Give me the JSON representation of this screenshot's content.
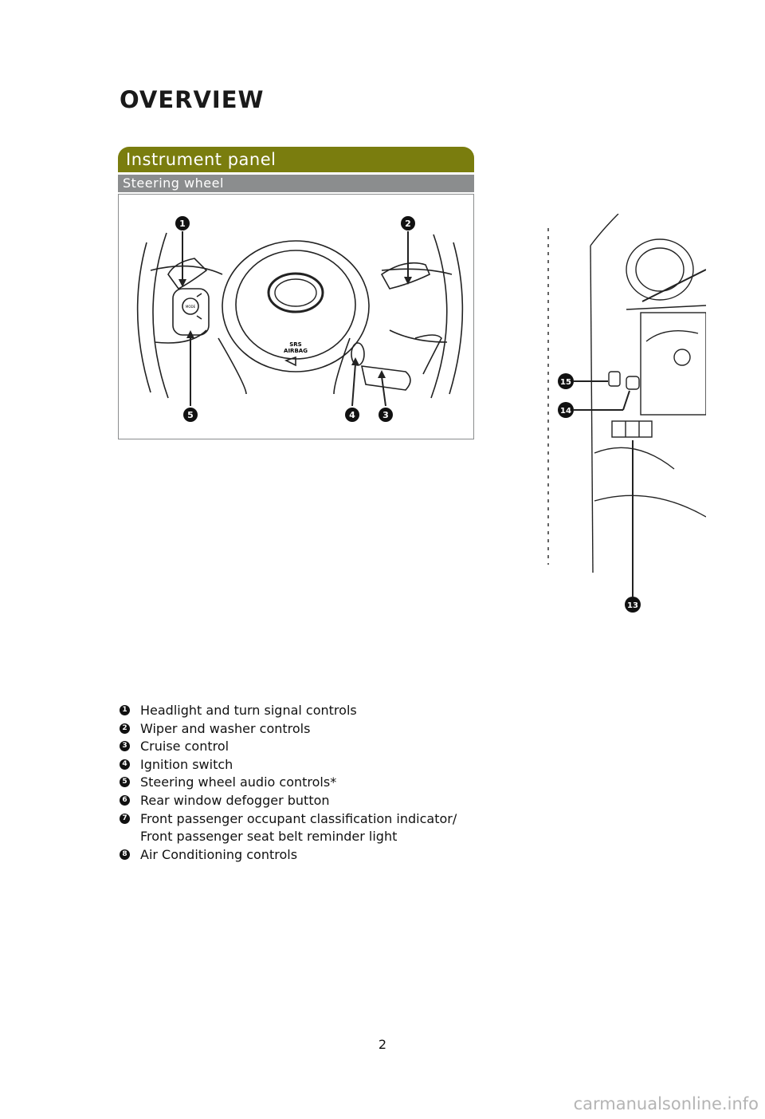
{
  "page": {
    "title": "OVERVIEW",
    "section_title": "Instrument panel",
    "subsection_title": "Steering wheel",
    "page_number": "2",
    "watermark": "carmanualsonline.info"
  },
  "steering_figure": {
    "callouts": [
      "1",
      "2",
      "3",
      "4",
      "5"
    ],
    "srs_label": "SRS",
    "airbag_label": "AIRBAG",
    "mode_label": "MODE"
  },
  "dash_figure": {
    "callouts": [
      "15",
      "14",
      "13"
    ]
  },
  "legend": [
    {
      "num": "1",
      "text": "Headlight and turn signal controls"
    },
    {
      "num": "2",
      "text": "Wiper and washer controls"
    },
    {
      "num": "3",
      "text": "Cruise control"
    },
    {
      "num": "4",
      "text": "Ignition switch"
    },
    {
      "num": "5",
      "text": "Steering wheel audio controls*"
    },
    {
      "num": "6",
      "text": "Rear window defogger button"
    },
    {
      "num": "7",
      "text": "Front passenger occupant classification indicator/\nFront passenger seat belt reminder light"
    },
    {
      "num": "8",
      "text": "Air Conditioning controls"
    }
  ]
}
